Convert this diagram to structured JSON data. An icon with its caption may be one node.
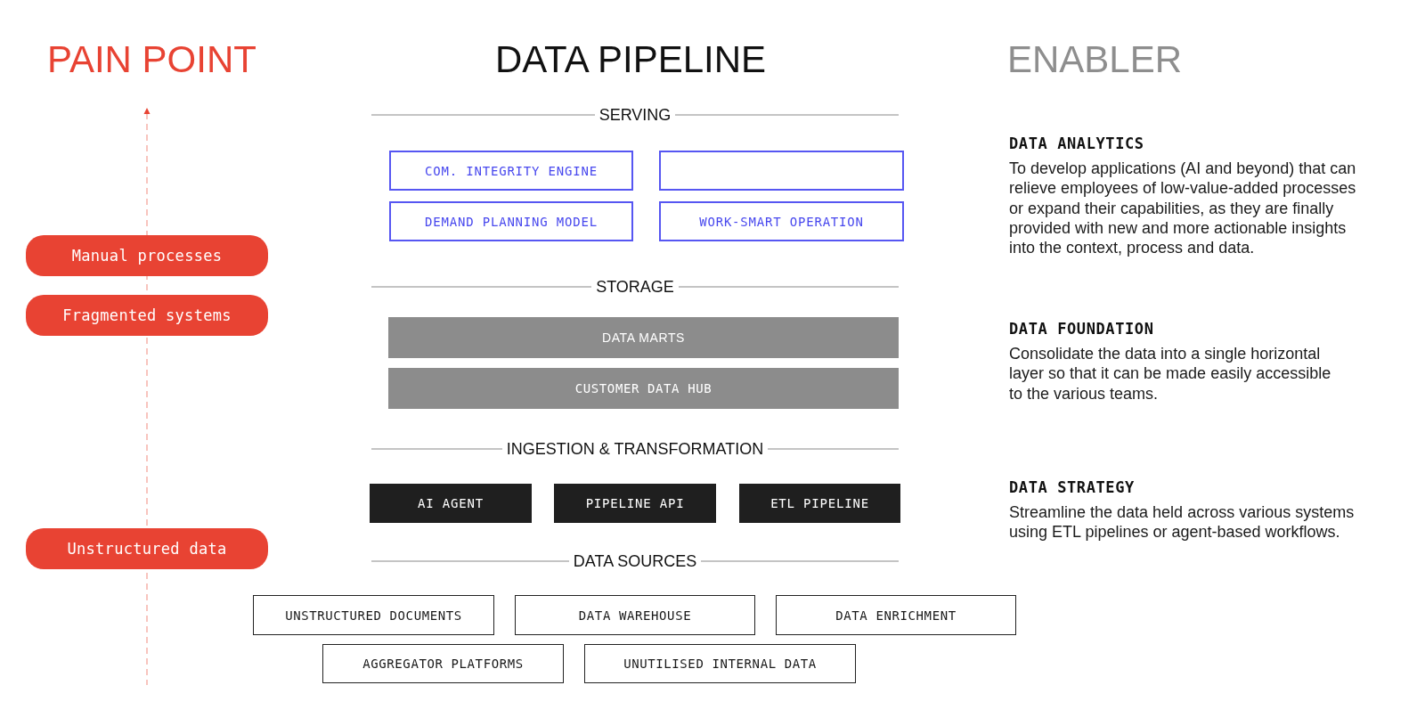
{
  "diagram": {
    "nodes": [
      {
        "text": [
          "Manual processes"
        ]
      },
      {
        "text": [
          "Fragmented systems"
        ]
      },
      {
        "text": [
          "Unstructured data"
        ]
      },
      {
        "text": [
          "COM. INTEGRITY ENGINE"
        ]
      },
      {
        "text": [],
        "shape": "box"
      },
      {
        "text": [
          "DEMAND PLANNING MODEL"
        ]
      },
      {
        "text": [
          "WORK-SMART OPERATION"
        ]
      },
      {
        "text": [
          "DATA MARTS"
        ]
      },
      {
        "text": [
          "CUSTOMER DATA HUB"
        ]
      },
      {
        "text": [
          "AI AGENT"
        ]
      },
      {
        "text": [
          "PIPELINE API"
        ]
      },
      {
        "text": [
          "ETL PIPELINE"
        ]
      },
      {
        "text": [
          "UNSTRUCTURED DOCUMENTS"
        ]
      },
      {
        "text": [
          "DATA WAREHOUSE"
        ]
      },
      {
        "text": [
          "DATA ENRICHMENT"
        ]
      },
      {
        "text": [
          "AGGREGATOR PLATFORMS"
        ]
      },
      {
        "text": [
          "UNUTILISED INTERNAL DATA"
        ]
      }
    ],
    "labels": [
      "PAIN POINT",
      "DATA PIPELINE",
      "ENABLER",
      "SERVING",
      "STORAGE",
      "INGESTION & TRANSFORMATION",
      "DATA SOURCES",
      "DATA ANALYTICS",
      "To develop applications (AI and beyond) that can relieve employees of low-value-added processes or expand their capabilities, as they are finally provided with new and more actionable insights into the context, process and data.",
      "DATA FOUNDATION",
      "Consolidate the data into a single horizontal layer so that it can be made easily accessible to the various teams.",
      "DATA STRATEGY",
      "Streamline the data held across various systems using ETL pipelines or agent-based workflows."
    ]
  }
}
